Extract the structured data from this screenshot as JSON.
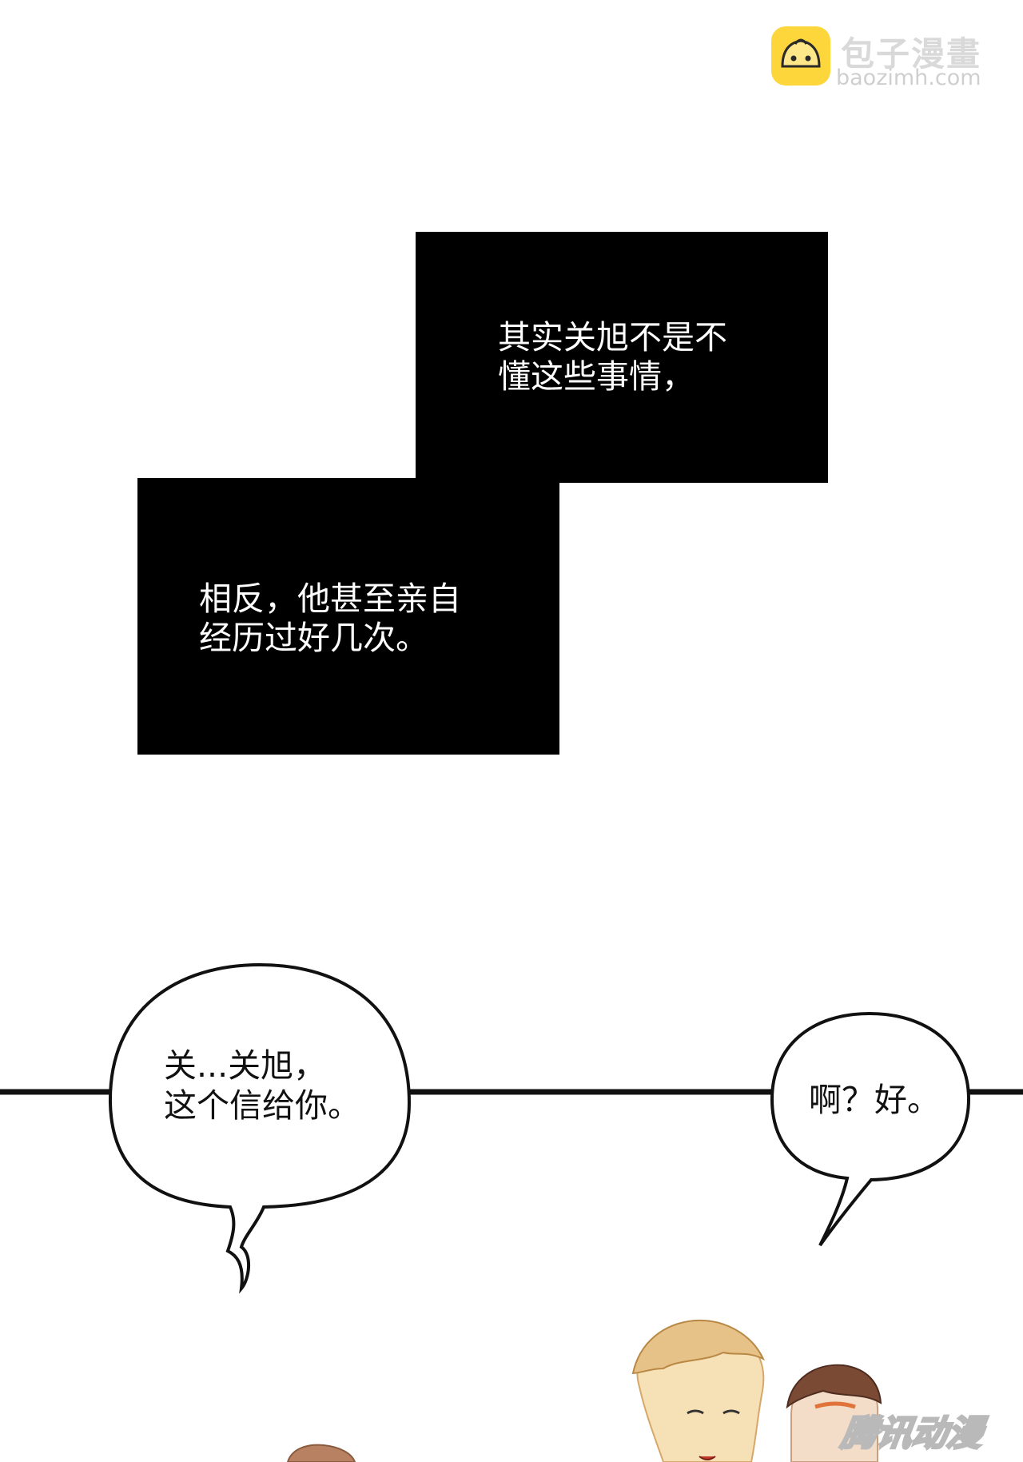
{
  "watermark": {
    "title": "包子漫畫",
    "url": "baozimh.com",
    "logo_color": "#fcd63a"
  },
  "narration": [
    {
      "lines": [
        "其实关旭不是不",
        "懂这些事情，"
      ]
    },
    {
      "lines": [
        "相反，他甚至亲自",
        "经历过好几次。"
      ]
    }
  ],
  "bubbles": [
    {
      "lines": [
        "关...关旭，",
        "这个信给你。"
      ]
    },
    {
      "lines": [
        "啊？好。"
      ]
    }
  ],
  "stamp": {
    "text": "腾讯动漫"
  },
  "colors": {
    "background": "#ffffff",
    "panel": "#000000",
    "hair_light": "#e6c188",
    "hair_dark": "#7a4a35"
  }
}
